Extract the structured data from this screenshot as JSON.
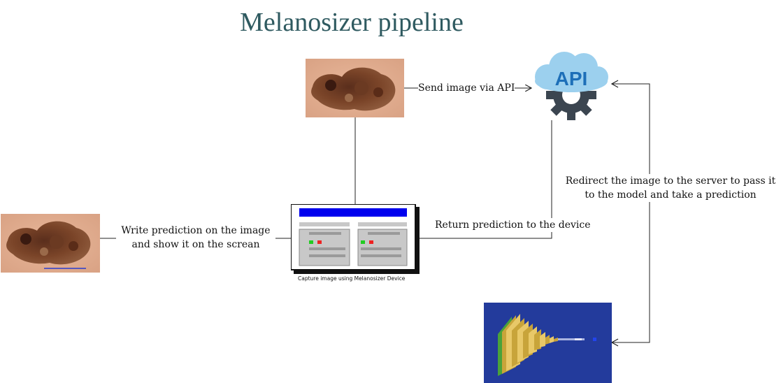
{
  "title": "Melanosizer pipeline",
  "api_badge": "API",
  "edges": {
    "send": "Send image via API",
    "redirect": "Redirect the image to the server to pass it to the model and take a prediction",
    "return": "Return prediction to the device",
    "write": "Write prediction on the image and show it on the screan"
  },
  "device_caption": "Capture image using Melanosizer Device",
  "colors": {
    "title": "#2f5a60",
    "device_bar": "#0000ee",
    "model_bg": "#233b9c",
    "cloud": "#9cd0ee",
    "gear": "#3b4550",
    "api_text": "#1d6fb8"
  }
}
